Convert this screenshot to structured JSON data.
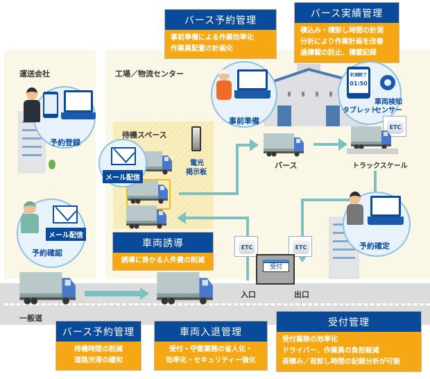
{
  "zones": {
    "carrier": "運送会社",
    "factory": "工場／物流センター",
    "waiting_space": "待機スペース",
    "public_road": "一般道"
  },
  "cards": {
    "berth_reservation_top": {
      "title": "バース予約管理",
      "lines": [
        "事前準備による作業効率化",
        "作業員配置の計画化"
      ]
    },
    "berth_performance": {
      "title": "バース実績管理",
      "lines": [
        "積込み・積卸し時間の計測",
        "分析により作業計画を改善",
        "過積載の防止、積載記録"
      ]
    },
    "vehicle_guidance": {
      "title": "車両誘導",
      "lines": [
        "誘導に掛かる人件費の削減"
      ]
    },
    "berth_reservation_bottom": {
      "title": "バース予約管理",
      "lines": [
        "待機時間の削減",
        "道路渋滞の緩和"
      ]
    },
    "vehicle_entry_exit": {
      "title": "車両入退管理",
      "lines": [
        "受付・守衛業務の省人化・",
        "効率化・セキュリティー強化"
      ]
    },
    "reception": {
      "title": "受付管理",
      "lines": [
        "受付業務の効率化",
        "ドライバー、作業員の負担軽減",
        "荷積み／荷卸し時間の記録分析が可能"
      ]
    }
  },
  "bubbles": {
    "reservation_registration": "予約登録",
    "reservation_confirmation": "予約確認",
    "advance_preparation": "事前準備",
    "reservation_confirmed": "予約確定",
    "tablet": "タブレット",
    "vehicle_sensor_line1": "車両検知",
    "vehicle_sensor_line2": "センサー",
    "tablet_screen_title": "計測終了",
    "tablet_screen_time": "01:50"
  },
  "labels": {
    "mail_delivery": "メール配信",
    "signage_line1": "電光",
    "signage_line2": "掲示板",
    "berth": "バース",
    "truck_scale": "トラックスケール",
    "entrance": "入口",
    "exit": "出口",
    "reception_booth": "受付",
    "etc": "ETC"
  },
  "colors": {
    "navy": "#0a4a9a",
    "orange": "#f5a814",
    "teal_arrow": "#7cc0c4",
    "zone_bg": "#fbf7e6",
    "road": "#dcdcdc"
  }
}
